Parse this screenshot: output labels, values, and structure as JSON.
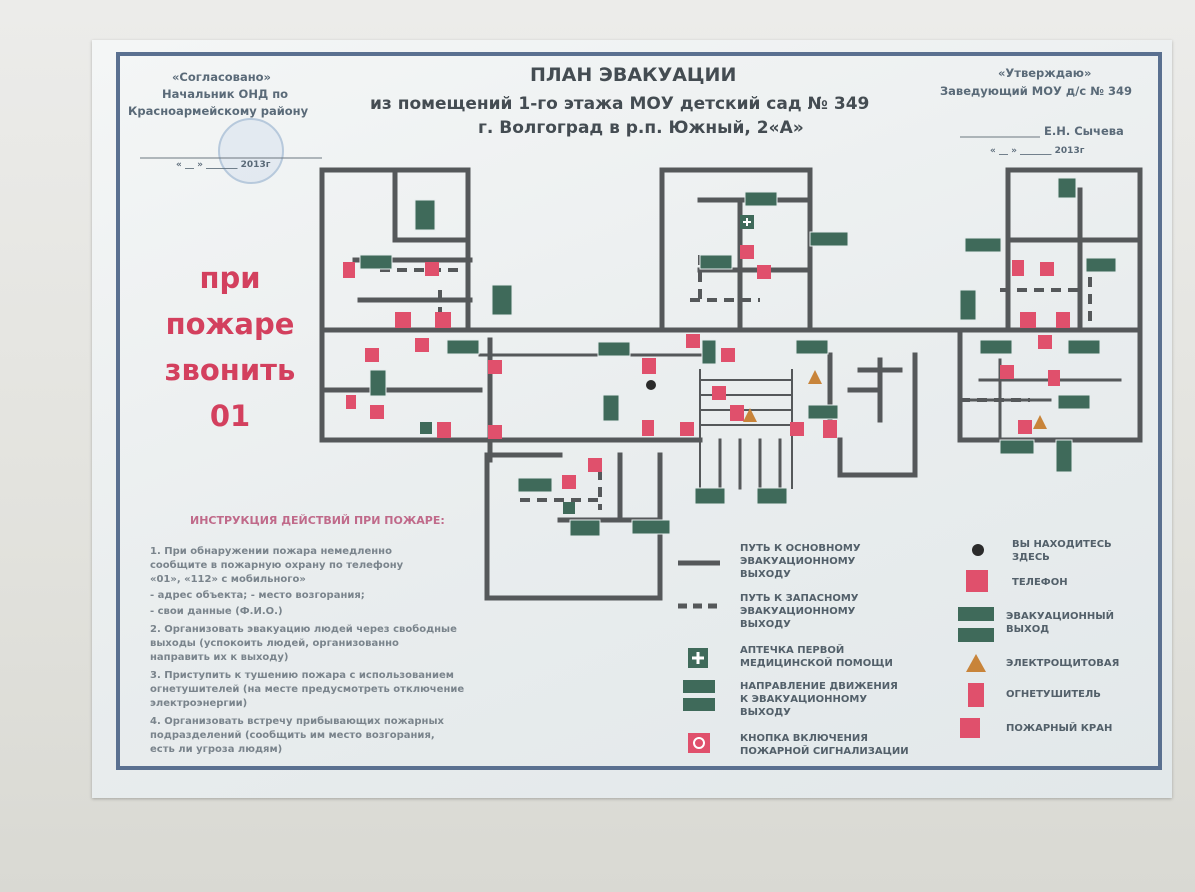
{
  "title": {
    "line1": "ПЛАН ЭВАКУАЦИИ",
    "line2": "из помещений 1-го этажа МОУ детский сад № 349",
    "line3": "г. Волгоград в р.п. Южный, 2«А»"
  },
  "approval_left": {
    "line1": "«Согласовано»",
    "line2": "Начальник ОНД по",
    "line3": "Красноармейскому району",
    "date": "« __ » _______ 2013г"
  },
  "approval_right": {
    "line1": "«Утверждаю»",
    "line2": "Заведующий МОУ д/с № 349",
    "name": "Е.Н. Сычева",
    "date": "« __ » _______ 2013г"
  },
  "fire_call": {
    "line1": "при",
    "line2": "пожаре",
    "line3": "звонить",
    "line4": "01"
  },
  "instructions": {
    "title": "ИНСТРУКЦИЯ ДЕЙСТВИЙ ПРИ ПОЖАРЕ:",
    "lines": [
      "1. При обнаружении пожара немедленно",
      "сообщите в пожарную охрану по телефону",
      "«01», «112» с мобильного»",
      "- адрес объекта; - место возгорания;",
      "- свои данные (Ф.И.О.)",
      "2. Организовать эвакуацию людей через свободные",
      "выходы (успокоить людей, организованно",
      "направить их к выходу)",
      "3. Приступить к тушению пожара с использованием",
      "огнетушителей (на месте предусмотреть отключение",
      "электроэнергии)",
      "4. Организовать встречу прибывающих пожарных",
      "подразделений (сообщить им место возгорания,",
      "есть ли угроза людям)"
    ]
  },
  "legend": {
    "main_exit": [
      "ПУТЬ К ОСНОВНОМУ",
      "ЭВАКУАЦИОННОМУ",
      "ВЫХОДУ"
    ],
    "spare_exit": [
      "ПУТЬ К ЗАПАСНОМУ",
      "ЭВАКУАЦИОННОМУ",
      "ВЫХОДУ"
    ],
    "first_aid": [
      "АПТЕЧКА ПЕРВОЙ",
      "МЕДИЦИНСКОЙ ПОМОЩИ"
    ],
    "direction": [
      "НАПРАВЛЕНИЕ ДВИЖЕНИЯ",
      "К ЭВАКУАЦИОННОМУ",
      "ВЫХОДУ"
    ],
    "alarm_button": [
      "КНОПКА ВКЛЮЧЕНИЯ",
      "ПОЖАРНОЙ СИГНАЛИЗАЦИИ"
    ],
    "you_are_here": [
      "ВЫ НАХОДИТЕСЬ",
      "ЗДЕСЬ"
    ],
    "phone": "ТЕЛЕФОН",
    "evac_exit": [
      "ЭВАКУАЦИОННЫЙ",
      "ВЫХОД"
    ],
    "switchboard": "ЭЛЕКТРОЩИТОВАЯ",
    "extinguisher": "ОГНЕТУШИТЕЛЬ",
    "hydrant": "ПОЖАРНЫЙ КРАН"
  },
  "colors": {
    "wall_line": "#55585a",
    "exit_sign": "#3f6a5a",
    "fire_red": "#e0506c",
    "frame_blue": "#5a7090",
    "warning_orange": "#c8843a"
  }
}
